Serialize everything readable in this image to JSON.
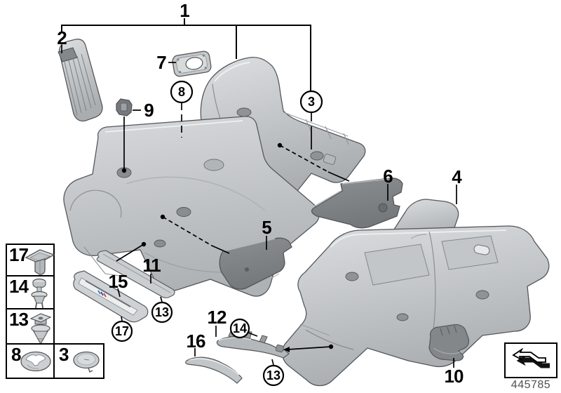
{
  "diagram": {
    "number": "445785",
    "callouts": {
      "1": "1",
      "2": "2",
      "3": "3",
      "4": "4",
      "5": "5",
      "6": "6",
      "7": "7",
      "8": "8",
      "9": "9",
      "10": "10",
      "11": "11",
      "12": "12",
      "13": "13",
      "14": "14",
      "15": "15",
      "16": "16",
      "17": "17"
    },
    "legend": {
      "rows": [
        {
          "label": "17",
          "icon": "expansion-rivet-icon"
        },
        {
          "label": "14",
          "icon": "blind-rivet-icon"
        },
        {
          "label": "13",
          "icon": "clamp-nut-icon"
        }
      ],
      "bottom_row": [
        {
          "label": "8",
          "icon": "spring-washer-icon"
        },
        {
          "label": "3",
          "icon": "cover-cap-icon"
        }
      ]
    },
    "footer": {
      "icon": "direction-arrow-icon"
    }
  }
}
